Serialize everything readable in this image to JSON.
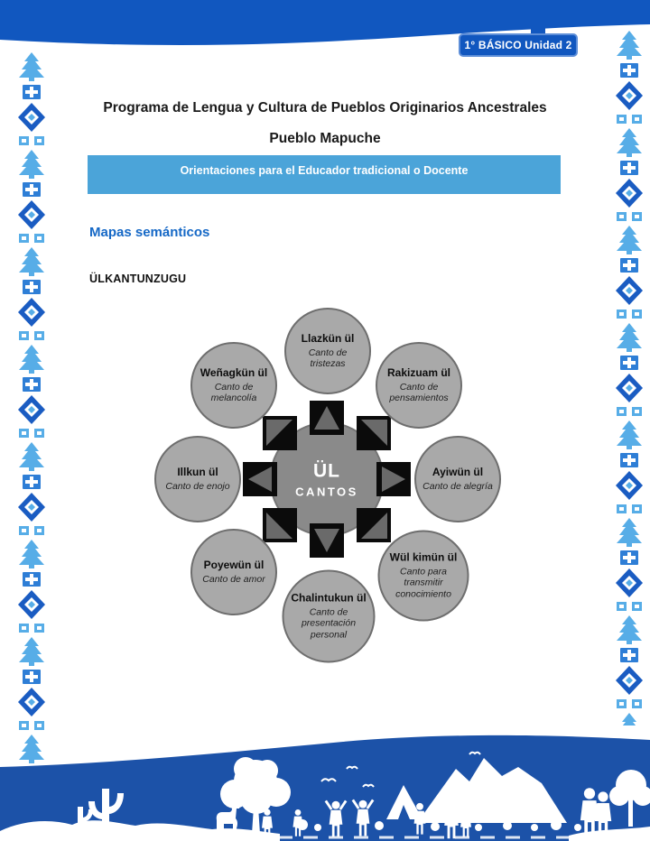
{
  "badge": {
    "label": "1° BÁSICO Unidad 2"
  },
  "header": {
    "title_line1": "Programa de Lengua y Cultura de Pueblos Originarios Ancestrales",
    "title_line2": "Pueblo Mapuche",
    "banner": "Orientaciones para el Educador tradicional o Docente"
  },
  "section": {
    "heading": "Mapas semánticos",
    "subheading": "ÜLKANTUNZUGU"
  },
  "diagram": {
    "center": {
      "title": "ÜL",
      "subtitle": "CANTOS"
    },
    "nodes": [
      {
        "position": "top",
        "name": "Llazkün ül",
        "desc": "Canto de tristezas"
      },
      {
        "position": "top-right",
        "name": "Rakizuam ül",
        "desc": "Canto de pensamientos"
      },
      {
        "position": "right",
        "name": "Ayiwün ül",
        "desc": "Canto de alegría"
      },
      {
        "position": "bottom-right",
        "name": "Wül kimün ül",
        "desc": "Canto para transmitir conocimiento"
      },
      {
        "position": "bottom",
        "name": "Chalintukun ül",
        "desc": "Canto de presentación personal"
      },
      {
        "position": "bottom-left",
        "name": "Poyewün ül",
        "desc": "Canto de amor"
      },
      {
        "position": "left",
        "name": "Illkun ül",
        "desc": "Canto de enojo"
      },
      {
        "position": "top-left",
        "name": "Weñagkün ül",
        "desc": "Canto de melancolía"
      }
    ]
  },
  "colors": {
    "header_band": "#1157BF",
    "banner_box": "#4BA4D9",
    "section_heading": "#1568C6",
    "footer": "#1C52A8",
    "circle_center": "#8A8A8A",
    "circle_satellite": "#A9A9A9",
    "arrow_square": "#0B0B0B",
    "arrow_triangle": "#6A6A6A",
    "border_motif_light": "#57ADE7",
    "border_motif_dark": "#1A5CC2"
  }
}
